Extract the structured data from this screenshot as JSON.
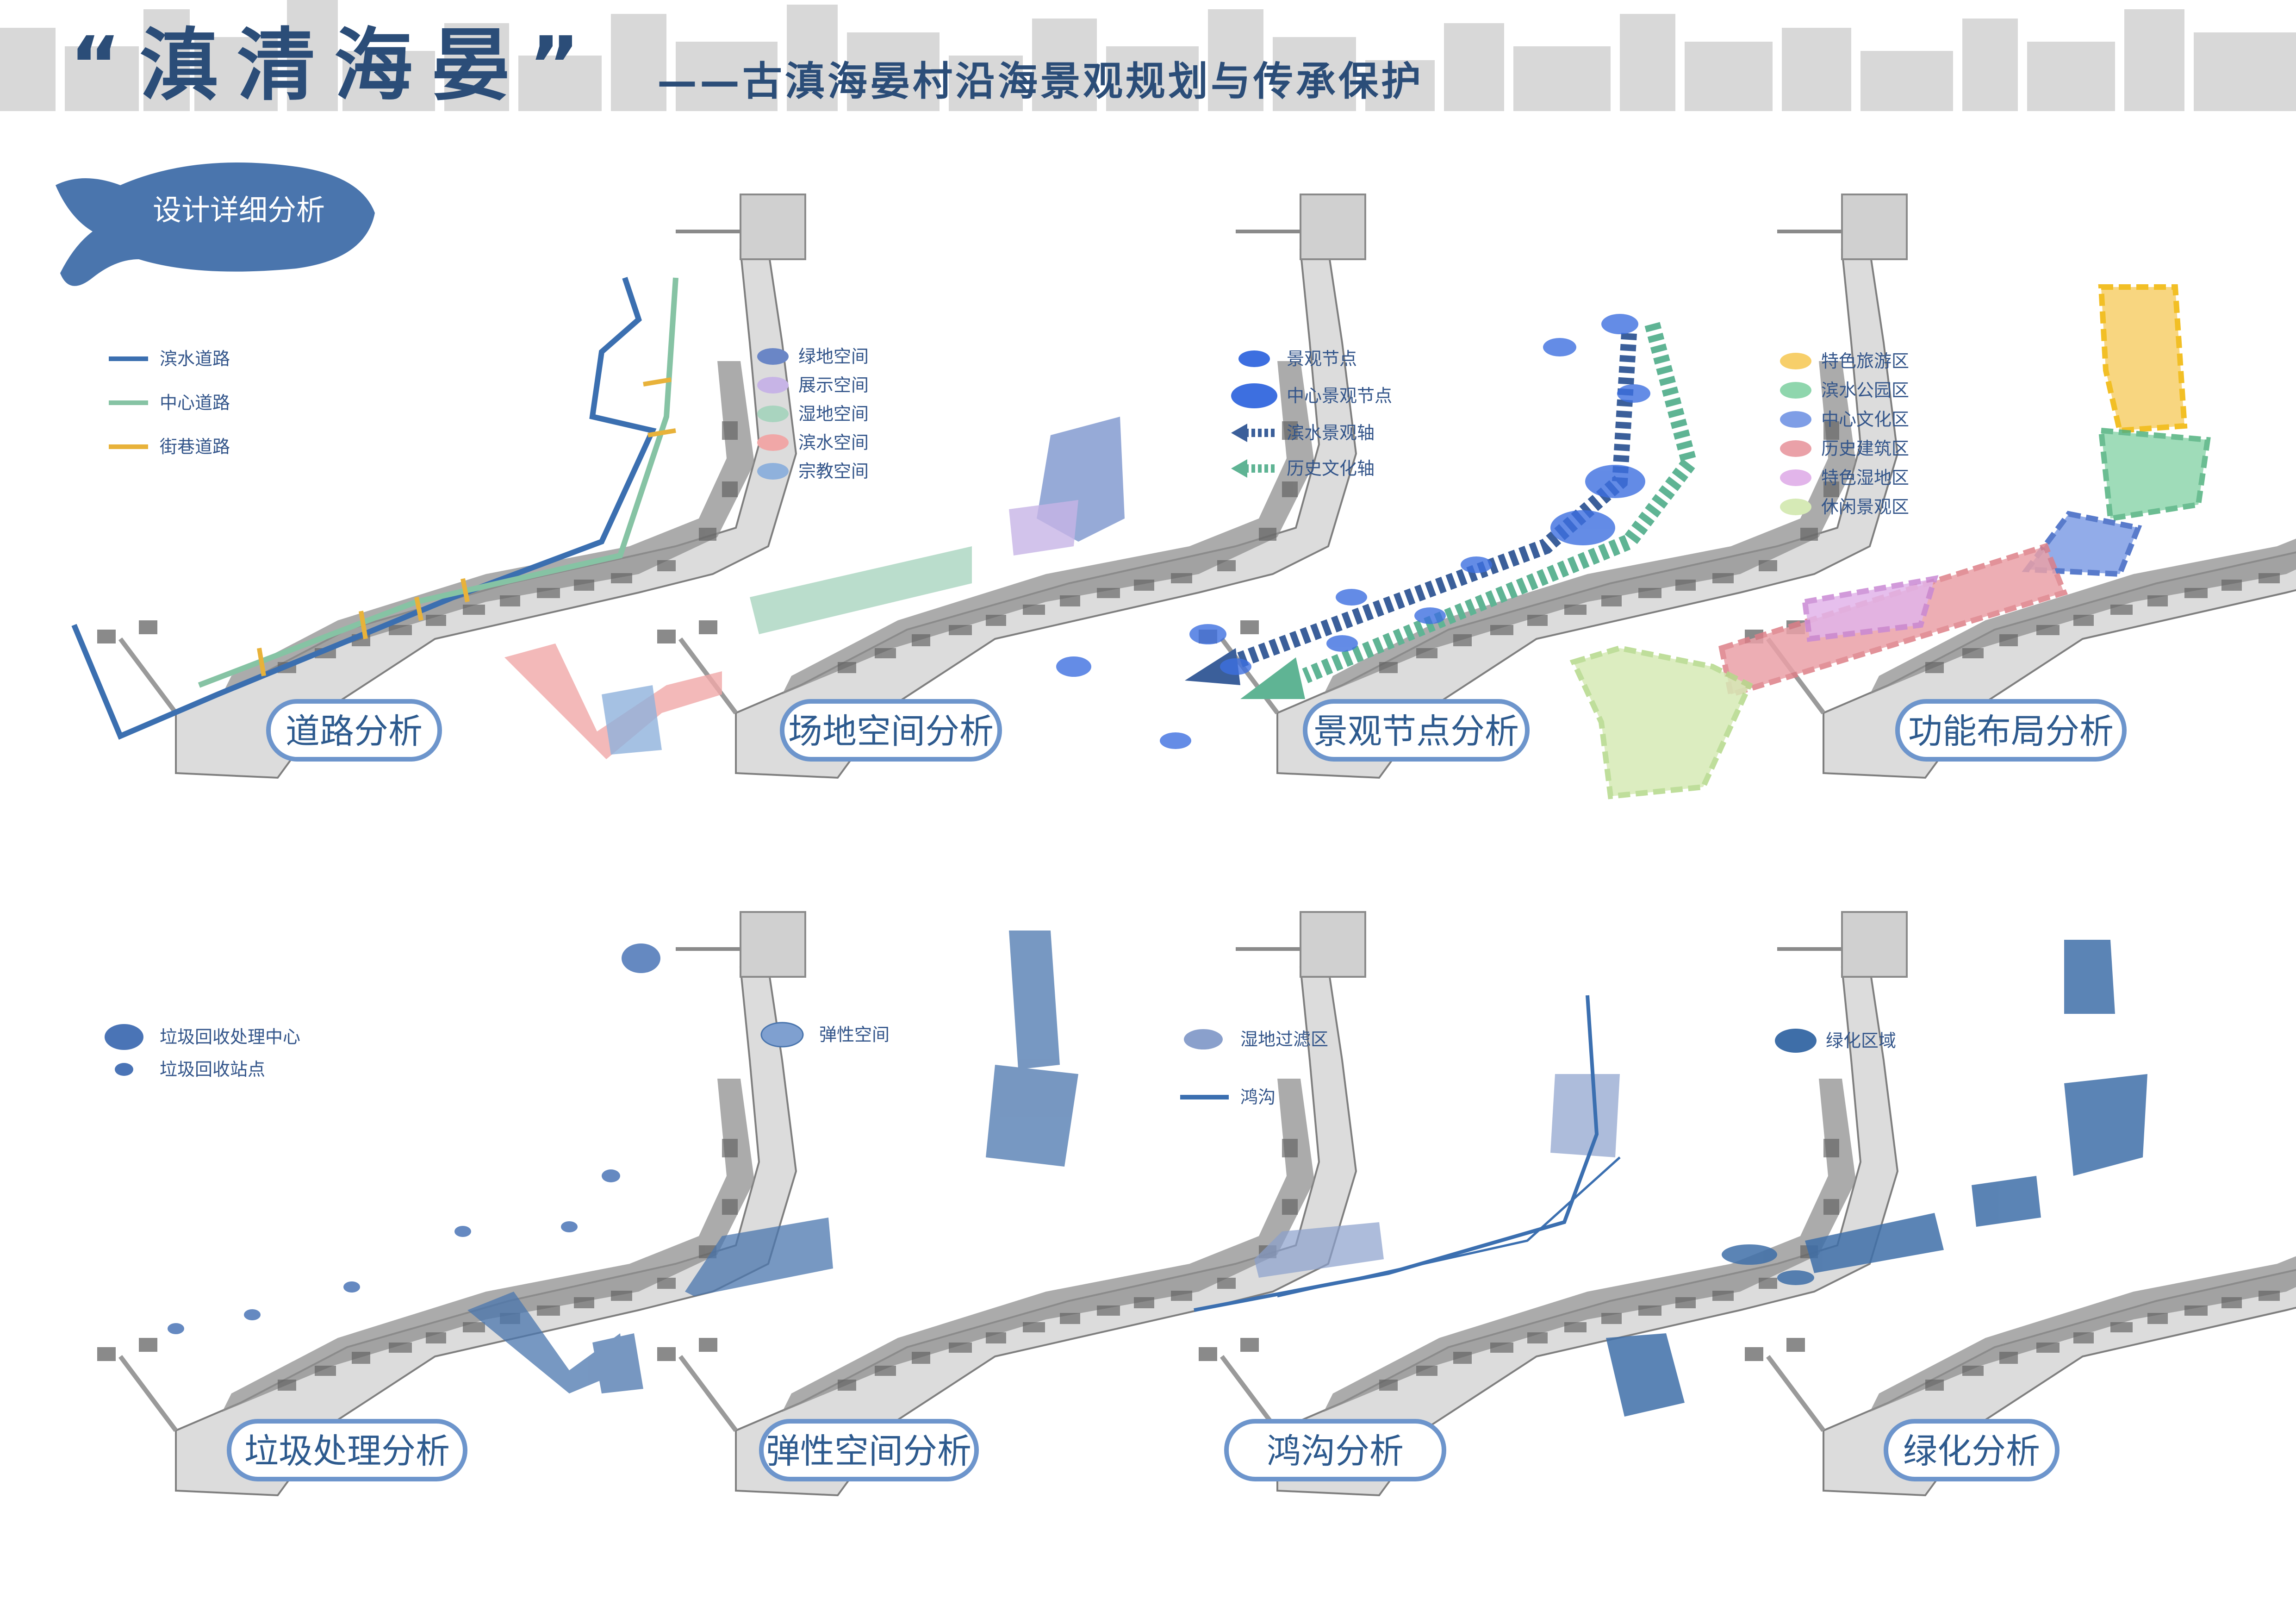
{
  "title": {
    "main": "“滇清海晏”",
    "subtitle": "——古滇海晏村沿海景观规划与传承保护"
  },
  "section_badge": "设计详细分析",
  "colors": {
    "title": "#2b4d78",
    "accent_blue": "#4a78b8",
    "caption_border": "#6d95cc",
    "skyline": "#d9d9d9",
    "map_gray": "#9a9a9a"
  },
  "panels": [
    {
      "caption": "道路分析",
      "legend": [
        {
          "label": "滨水道路",
          "swatch": "line",
          "color": "#3b6fb0"
        },
        {
          "label": "中心道路",
          "swatch": "line",
          "color": "#86c3a4"
        },
        {
          "label": "街巷道路",
          "swatch": "line",
          "color": "#e8b23a"
        }
      ]
    },
    {
      "caption": "场地空间分析",
      "legend": [
        {
          "label": "绿地空间",
          "swatch": "ellipse",
          "color": "#6a86c6"
        },
        {
          "label": "展示空间",
          "swatch": "ellipse",
          "color": "#c7b4e6"
        },
        {
          "label": "湿地空间",
          "swatch": "ellipse",
          "color": "#a9d4bf"
        },
        {
          "label": "滨水空间",
          "swatch": "ellipse",
          "color": "#f0a7a7"
        },
        {
          "label": "宗教空间",
          "swatch": "ellipse",
          "color": "#8fb1dc"
        }
      ]
    },
    {
      "caption": "景观节点分析",
      "legend": [
        {
          "label": "景观节点",
          "swatch": "dot",
          "color": "#3d6fe0"
        },
        {
          "label": "中心景观节点",
          "swatch": "dot-large",
          "color": "#3d6fe0"
        },
        {
          "label": "滨水景观轴",
          "swatch": "arrow",
          "color": "#3b5f9a"
        },
        {
          "label": "历史文化轴",
          "swatch": "arrow",
          "color": "#5fb494"
        }
      ]
    },
    {
      "caption": "功能布局分析",
      "legend": [
        {
          "label": "特色旅游区",
          "swatch": "ellipse",
          "color": "#f7cf6a"
        },
        {
          "label": "滨水公园区",
          "swatch": "ellipse",
          "color": "#8fd6ad"
        },
        {
          "label": "中心文化区",
          "swatch": "ellipse",
          "color": "#7f9ee6"
        },
        {
          "label": "历史建筑区",
          "swatch": "ellipse",
          "color": "#eaa1a8"
        },
        {
          "label": "特色湿地区",
          "swatch": "ellipse",
          "color": "#e2b5ea"
        },
        {
          "label": "休闲景观区",
          "swatch": "ellipse",
          "color": "#d6eab6"
        }
      ]
    },
    {
      "caption": "垃圾处理分析",
      "legend": [
        {
          "label": "垃圾回收处理中心",
          "swatch": "dot-large",
          "color": "#4a74b6"
        },
        {
          "label": "垃圾回收站点",
          "swatch": "dot",
          "color": "#4a74b6"
        }
      ]
    },
    {
      "caption": "弹性空间分析",
      "legend": [
        {
          "label": "弹性空间",
          "swatch": "ellipse",
          "color": "#7fa0d0"
        }
      ]
    },
    {
      "caption": "鸿沟分析",
      "legend": [
        {
          "label": "湿地过滤区",
          "swatch": "ellipse",
          "color": "#8aa0cc"
        },
        {
          "label": "鸿沟",
          "swatch": "line",
          "color": "#3b6fb0"
        }
      ]
    },
    {
      "caption": "绿化分析",
      "legend": [
        {
          "label": "绿化区域",
          "swatch": "ellipse",
          "color": "#3e6ea8"
        }
      ]
    }
  ]
}
